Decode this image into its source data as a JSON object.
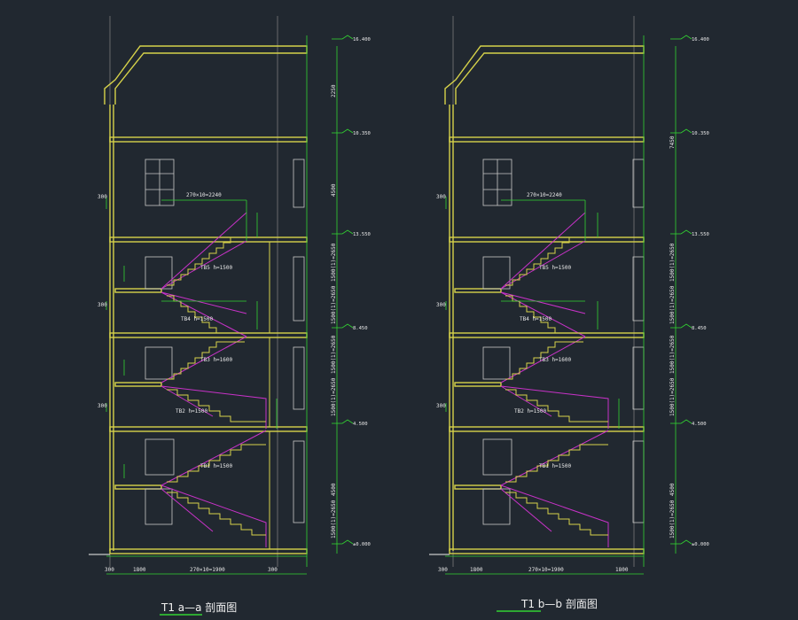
{
  "colors": {
    "background": "#212830",
    "wall": "#d6d24a",
    "stair_flight": "#c832c8",
    "dimension": "#32d232",
    "text": "#e8e8e8",
    "frame": "#c8c8c8",
    "axis": "#7a7a7a"
  },
  "sections": [
    {
      "id": "a",
      "title": "T1 a—a 剖面图",
      "levels": [
        "16.400",
        "10.350",
        "13.550",
        "8.450",
        "4.500",
        "±0.000"
      ],
      "bottom_dims": [
        "300",
        "1800",
        "270×10=1900",
        "300"
      ],
      "left_dims": [
        "300",
        "300",
        "300"
      ],
      "right_dims": [
        "2250",
        "4500",
        "1500(1)=2650",
        "1500(1)=2650",
        "1500(1)=2650",
        "1500(1)=2650",
        "4500",
        "1500(1)=2650"
      ],
      "top_dim": "270×10=2240",
      "stair_labels": [
        "TB5 h=1500",
        "TB4 h=1500",
        "TB3 h=1600",
        "TB2 h=1500",
        "TB1 h=1500"
      ]
    },
    {
      "id": "b",
      "title": "T1 b—b 剖面图",
      "levels": [
        "16.400",
        "10.350",
        "13.550",
        "8.450",
        "4.500",
        "±0.000"
      ],
      "bottom_dims": [
        "300",
        "1800",
        "270×10=1900",
        "1800"
      ],
      "left_dims": [
        "300",
        "300",
        "300"
      ],
      "right_dims": [
        "7450",
        "1500(1)=2650",
        "1500(1)=2650",
        "1500(1)=2650",
        "1500(1)=2650",
        "4500",
        "1500(1)=2650"
      ],
      "top_dim": "270×10=2240",
      "stair_labels": [
        "TB5 h=1500",
        "TB4 h=1500",
        "TB3 h=1600",
        "TB2 h=1500",
        "TB1 h=1500"
      ]
    }
  ]
}
